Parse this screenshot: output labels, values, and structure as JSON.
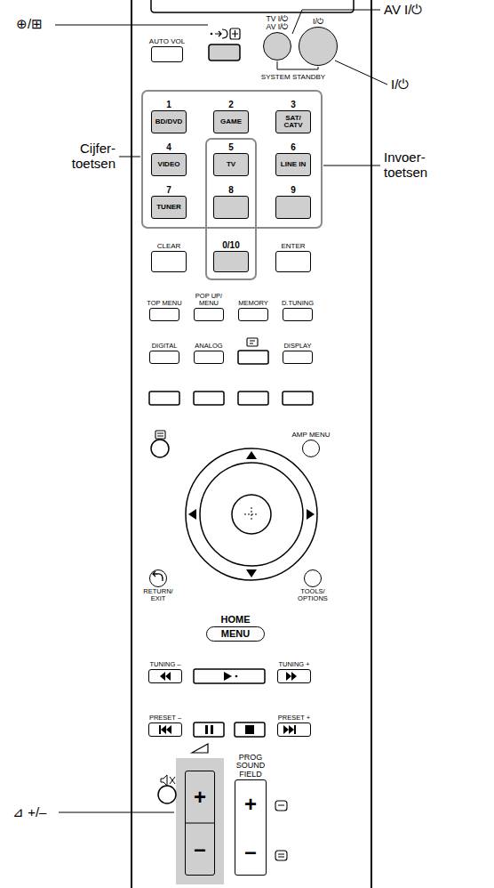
{
  "diagram": {
    "nodes": [
      {
        "text": [
          "AUTO VOL"
        ]
      },
      {
        "text": [
          "TV I/⏻",
          "AV I/⏻"
        ]
      },
      {
        "text": [
          "I/⏻"
        ]
      },
      {
        "text": [
          "1",
          "BD/DVD"
        ]
      },
      {
        "text": [
          "2",
          "GAME"
        ]
      },
      {
        "text": [
          "3",
          "SAT/ CATV"
        ]
      },
      {
        "text": [
          "4",
          "VIDEO"
        ]
      },
      {
        "text": [
          "5",
          "TV"
        ]
      },
      {
        "text": [
          "6",
          "LINE IN"
        ]
      },
      {
        "text": [
          "7",
          "TUNER"
        ]
      },
      {
        "text": [
          "8"
        ]
      },
      {
        "text": [
          "9"
        ]
      },
      {
        "text": [
          "CLEAR"
        ]
      },
      {
        "text": [
          "0/10"
        ]
      },
      {
        "text": [
          "ENTER"
        ]
      },
      {
        "text": [
          "TOP MENU"
        ]
      },
      {
        "text": [
          "POP UP/ MENU"
        ]
      },
      {
        "text": [
          "MEMORY"
        ]
      },
      {
        "text": [
          "D.TUNING"
        ]
      },
      {
        "text": [
          "DIGITAL"
        ]
      },
      {
        "text": [
          "ANALOG"
        ]
      },
      {
        "text": [
          "DISPLAY"
        ]
      },
      {
        "text": [
          "AMP MENU"
        ]
      },
      {
        "text": [
          "RETURN/ EXIT"
        ]
      },
      {
        "text": [
          "HOME",
          "MENU"
        ]
      },
      {
        "text": [
          "TOOLS/ OPTIONS"
        ]
      },
      {
        "text": [
          "TUNING –"
        ]
      },
      {
        "text": [
          "TUNING +"
        ]
      },
      {
        "text": [
          "PRESET –"
        ]
      },
      {
        "text": [
          "PRESET +"
        ]
      },
      {
        "text": [
          "+",
          "–"
        ]
      },
      {
        "text": [
          "PROG SOUND FIELD",
          "+",
          "–"
        ]
      }
    ],
    "labels": [
      "⊕/⊞",
      "AV I/⏻",
      "SYSTEM STANDBY",
      "I/⏻",
      "Cijfer- toetsen",
      "Invoer- toetsen",
      "⊿ +/–"
    ]
  }
}
